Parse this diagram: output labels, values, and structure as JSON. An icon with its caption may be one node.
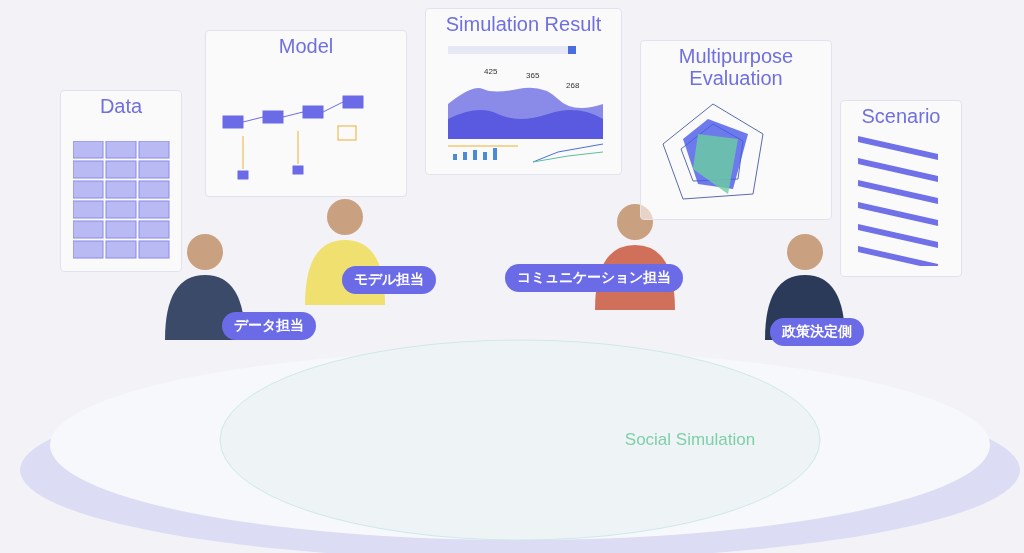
{
  "diagram": {
    "nodes": [
      {
        "text": [
          "Data"
        ]
      },
      {
        "text": [
          "Model"
        ]
      },
      {
        "text": [
          "Simulation Result"
        ]
      },
      {
        "text": [
          "Multipurpose Evaluation"
        ]
      },
      {
        "text": [
          "Scenario"
        ]
      },
      {
        "text": [
          "データ担当"
        ]
      },
      {
        "text": [
          "モデル担当"
        ]
      },
      {
        "text": [
          "コミュニケーション担当"
        ]
      },
      {
        "text": [
          "政策決定側"
        ]
      },
      {
        "text": [
          "Social Simulation"
        ]
      }
    ],
    "labels": [
      "425",
      "365",
      "268"
    ]
  }
}
